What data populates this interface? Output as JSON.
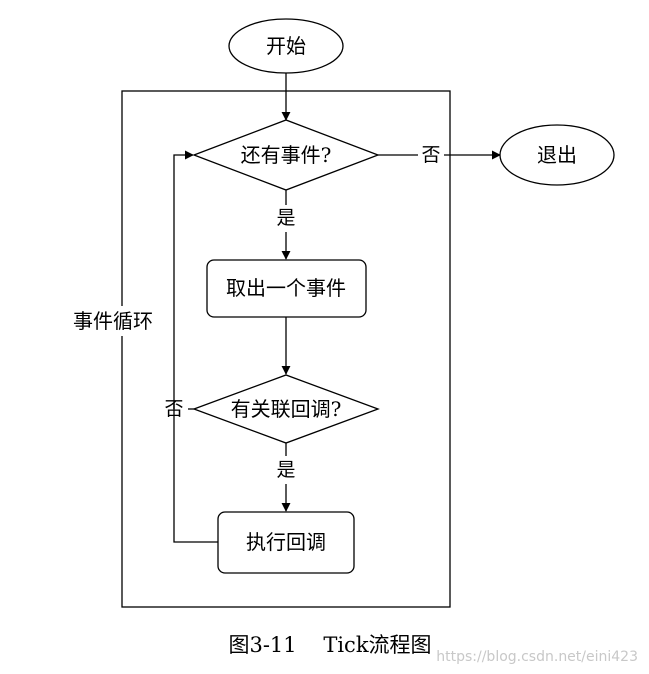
{
  "nodes": {
    "start": "开始",
    "exit": "退出",
    "has_events": "还有事件?",
    "take_event": "取出一个事件",
    "has_callback": "有关联回调?",
    "run_callback": "执行回调"
  },
  "edge_labels": {
    "has_events_no": "否",
    "has_events_yes": "是",
    "has_callback_no": "否",
    "has_callback_yes": "是"
  },
  "loop_label": "事件循环",
  "caption": "图3-11    Tick流程图",
  "watermark": "https://blog.csdn.net/eini423"
}
